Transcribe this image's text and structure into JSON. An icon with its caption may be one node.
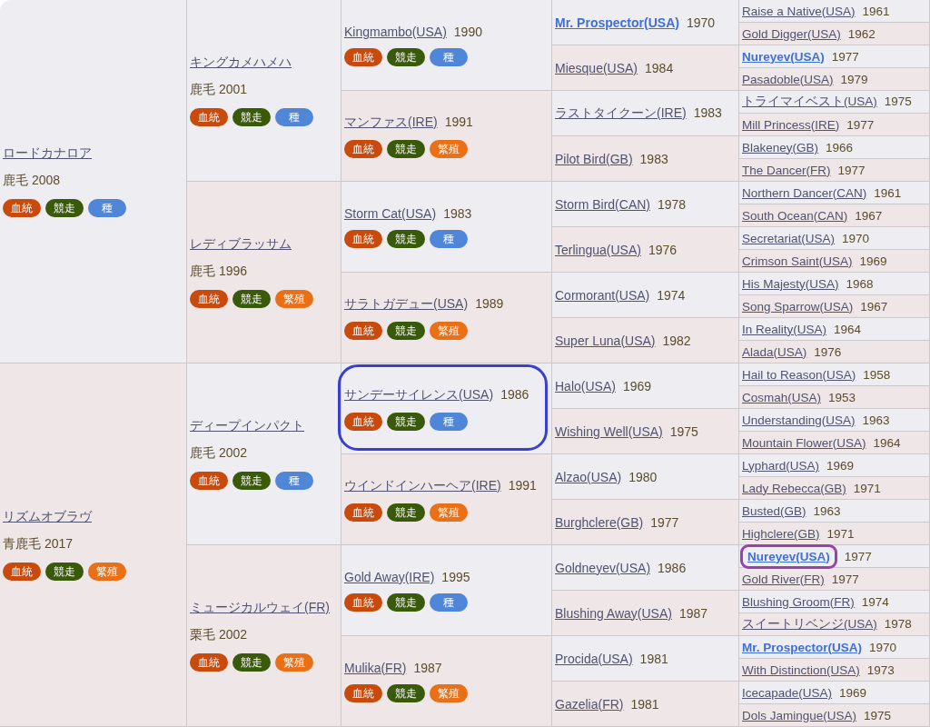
{
  "diagram": {
    "nodes": [
      {
        "text": [
          "ロードカナロア",
          "鹿毛 2008"
        ]
      },
      {
        "text": [
          "血統"
        ],
        "in": 0
      },
      {
        "text": [
          "競走"
        ],
        "in": 0
      },
      {
        "text": [
          "種"
        ],
        "in": 0
      },
      {
        "text": [
          "キングカメハメハ",
          "鹿毛 2001"
        ]
      },
      {
        "text": [
          "血統"
        ],
        "in": 4
      },
      {
        "text": [
          "競走"
        ],
        "in": 4
      },
      {
        "text": [
          "種"
        ],
        "in": 4
      },
      {
        "text": [
          "Kingmambo(USA)",
          "1990"
        ]
      },
      {
        "text": [
          "血統"
        ],
        "in": 8
      },
      {
        "text": [
          "競走"
        ],
        "in": 8
      },
      {
        "text": [
          "種"
        ],
        "in": 8
      },
      {
        "text": [
          "Mr. Prospector(USA)",
          "1970"
        ]
      },
      {
        "text": [
          "Raise a Native(USA)",
          "1961"
        ]
      },
      {
        "text": [
          "Gold Digger(USA)",
          "1962"
        ]
      },
      {
        "text": [
          "Miesque(USA)",
          "1984"
        ]
      },
      {
        "text": [
          "Nureyev(USA)",
          "1977"
        ]
      },
      {
        "text": [
          "Pasadoble(USA)",
          "1979"
        ]
      },
      {
        "text": [
          "マンファス(IRE)",
          "1991"
        ]
      },
      {
        "text": [
          "血統"
        ],
        "in": 18
      },
      {
        "text": [
          "競走"
        ],
        "in": 18
      },
      {
        "text": [
          "繁殖"
        ],
        "in": 18
      },
      {
        "text": [
          "ラストタイクーン(IRE)",
          "1983"
        ]
      },
      {
        "text": [
          "トライマイベスト(USA)",
          "1975"
        ]
      },
      {
        "text": [
          "Mill Princess(IRE)",
          "1977"
        ]
      },
      {
        "text": [
          "Pilot Bird(GB)",
          "1983"
        ]
      },
      {
        "text": [
          "Blakeney(GB)",
          "1966"
        ]
      },
      {
        "text": [
          "The Dancer(FR)",
          "1977"
        ]
      },
      {
        "text": [
          "レディブラッサム",
          "鹿毛 1996"
        ]
      },
      {
        "text": [
          "血統"
        ],
        "in": 28
      },
      {
        "text": [
          "競走"
        ],
        "in": 28
      },
      {
        "text": [
          "繁殖"
        ],
        "in": 28
      },
      {
        "text": [
          "Storm Cat(USA)",
          "1983"
        ]
      },
      {
        "text": [
          "血統"
        ],
        "in": 32
      },
      {
        "text": [
          "競走"
        ],
        "in": 32
      },
      {
        "text": [
          "種"
        ],
        "in": 32
      },
      {
        "text": [
          "Storm Bird(CAN)",
          "1978"
        ]
      },
      {
        "text": [
          "Northern Dancer(CAN)",
          "1961"
        ]
      },
      {
        "text": [
          "South Ocean(CAN)",
          "1967"
        ]
      },
      {
        "text": [
          "Terlingua(USA)",
          "1976"
        ]
      },
      {
        "text": [
          "Secretariat(USA)",
          "1970"
        ]
      },
      {
        "text": [
          "Crimson Saint(USA)",
          "1969"
        ]
      },
      {
        "text": [
          "サラトガデュー(USA)",
          "1989"
        ]
      },
      {
        "text": [
          "血統"
        ],
        "in": 42
      },
      {
        "text": [
          "競走"
        ],
        "in": 42
      },
      {
        "text": [
          "繁殖"
        ],
        "in": 42
      },
      {
        "text": [
          "Cormorant(USA)",
          "1974"
        ]
      },
      {
        "text": [
          "His Majesty(USA)",
          "1968"
        ]
      },
      {
        "text": [
          "Song Sparrow(USA)",
          "1967"
        ]
      },
      {
        "text": [
          "Super Luna(USA)",
          "1982"
        ]
      },
      {
        "text": [
          "In Reality(USA)",
          "1964"
        ]
      },
      {
        "text": [
          "Alada(USA)",
          "1976"
        ]
      },
      {
        "text": [
          "リズムオブラヴ",
          "青鹿毛 2017"
        ]
      },
      {
        "text": [
          "血統"
        ],
        "in": 52
      },
      {
        "text": [
          "競走"
        ],
        "in": 52
      },
      {
        "text": [
          "繁殖"
        ],
        "in": 52
      },
      {
        "text": [
          "ディープインパクト",
          "鹿毛 2002"
        ]
      },
      {
        "text": [
          "血統"
        ],
        "in": 56
      },
      {
        "text": [
          "競走"
        ],
        "in": 56
      },
      {
        "text": [
          "種"
        ],
        "in": 56
      },
      {
        "text": [
          "サンデーサイレンス(USA)",
          "1986"
        ]
      },
      {
        "text": [
          "血統"
        ],
        "in": 60
      },
      {
        "text": [
          "競走"
        ],
        "in": 60
      },
      {
        "text": [
          "種"
        ],
        "in": 60
      },
      {
        "text": [
          "Halo(USA)",
          "1969"
        ]
      },
      {
        "text": [
          "Hail to Reason(USA)",
          "1958"
        ]
      },
      {
        "text": [
          "Cosmah(USA)",
          "1953"
        ]
      },
      {
        "text": [
          "Wishing Well(USA)",
          "1975"
        ]
      },
      {
        "text": [
          "Understanding(USA)",
          "1963"
        ]
      },
      {
        "text": [
          "Mountain Flower(USA)",
          "1964"
        ]
      },
      {
        "text": [
          "ウインドインハーヘア(IRE)",
          "1991"
        ]
      },
      {
        "text": [
          "血統"
        ],
        "in": 70
      },
      {
        "text": [
          "競走"
        ],
        "in": 70
      },
      {
        "text": [
          "繁殖"
        ],
        "in": 70
      },
      {
        "text": [
          "Alzao(USA)",
          "1980"
        ]
      },
      {
        "text": [
          "Lyphard(USA)",
          "1969"
        ]
      },
      {
        "text": [
          "Lady Rebecca(GB)",
          "1971"
        ]
      },
      {
        "text": [
          "Burghclere(GB)",
          "1977"
        ]
      },
      {
        "text": [
          "Busted(GB)",
          "1963"
        ]
      },
      {
        "text": [
          "Highclere(GB)",
          "1971"
        ]
      },
      {
        "text": [
          "ミュージカルウェイ(FR)",
          "栗毛 2002"
        ]
      },
      {
        "text": [
          "血統"
        ],
        "in": 80
      },
      {
        "text": [
          "競走"
        ],
        "in": 80
      },
      {
        "text": [
          "繁殖"
        ],
        "in": 80
      },
      {
        "text": [
          "Gold Away(IRE)",
          "1995"
        ]
      },
      {
        "text": [
          "血統"
        ],
        "in": 84
      },
      {
        "text": [
          "競走"
        ],
        "in": 84
      },
      {
        "text": [
          "種"
        ],
        "in": 84
      },
      {
        "text": [
          "Goldneyev(USA)",
          "1986"
        ]
      },
      {
        "text": [
          "Nureyev(USA)",
          "1977"
        ]
      },
      {
        "text": [
          "Gold River(FR)",
          "1977"
        ]
      },
      {
        "text": [
          "Blushing Away(USA)",
          "1987"
        ]
      },
      {
        "text": [
          "Blushing Groom(FR)",
          "1974"
        ]
      },
      {
        "text": [
          "スイートリベンジ(USA)",
          "1978"
        ]
      },
      {
        "text": [
          "Mulika(FR)",
          "1987"
        ]
      },
      {
        "text": [
          "血統"
        ],
        "in": 94
      },
      {
        "text": [
          "競走"
        ],
        "in": 94
      },
      {
        "text": [
          "繁殖"
        ],
        "in": 94
      },
      {
        "text": [
          "Procida(USA)",
          "1981"
        ]
      },
      {
        "text": [
          "Mr. Prospector(USA)",
          "1970"
        ]
      },
      {
        "text": [
          "With Distinction(USA)",
          "1973"
        ]
      },
      {
        "text": [
          "Gazelia(FR)",
          "1981"
        ]
      },
      {
        "text": [
          "Icecapade(USA)",
          "1969"
        ]
      },
      {
        "text": [
          "Dols Jamingue(USA)",
          "1975"
        ]
      }
    ]
  }
}
